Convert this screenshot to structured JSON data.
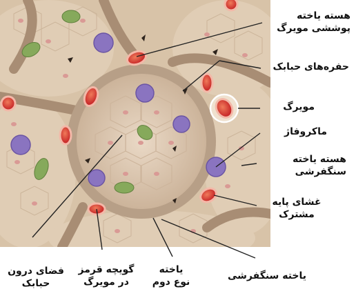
{
  "labels": {
    "endothelial_nucleus": [
      "هسته یاخته",
      "پوششی مویرگ"
    ],
    "alveolar_pores": "حفره‌های حبابک",
    "capillary": "مویرگ",
    "macrophage": "ماکروفاژ",
    "squamous_nucleus": [
      "هسته یاخته",
      "سنگفرشی"
    ],
    "shared_basement_membrane": [
      "غشای پایه",
      "مشترک"
    ],
    "alveolar_space": [
      "فضای درون",
      "حبابک"
    ],
    "red_blood_cell": [
      "گویچه قرمز",
      "در مویرگ"
    ],
    "type2_cell": [
      "یاخته",
      "نوع دوم"
    ],
    "squamous_cell": "یاخته سنگفرشی"
  },
  "colors": {
    "tissue": "#d8c3a8",
    "wall": "#b79f87",
    "alveolus_floor": "#e3d2bd",
    "rbc": "#d9242c",
    "macrophage": "#8a74c0",
    "type2_cell": "#86a95b"
  }
}
